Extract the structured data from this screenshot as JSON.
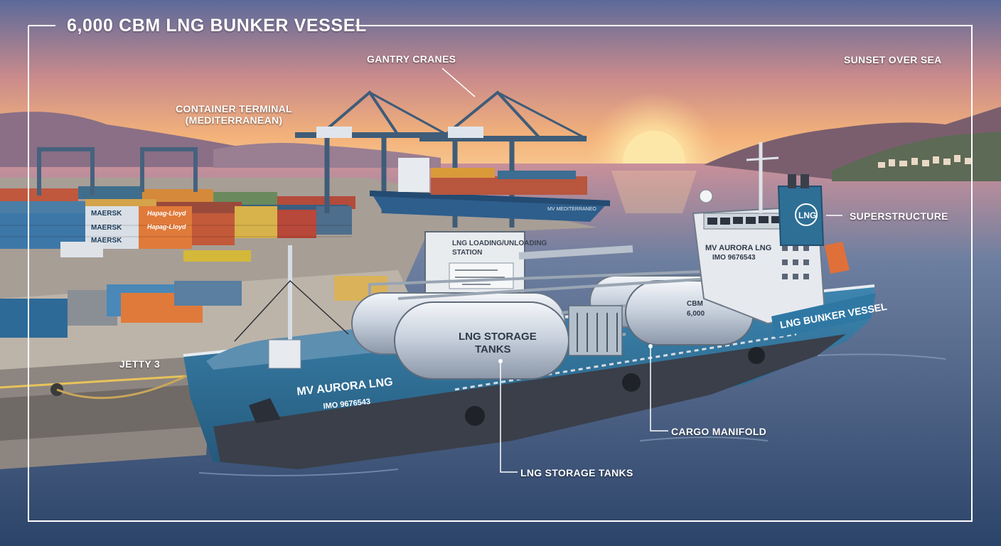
{
  "title": "6,000 CBM LNG BUNKER VESSEL",
  "callouts": {
    "gantry_cranes": "GANTRY CRANES",
    "sunset_over_sea": "SUNSET OVER SEA",
    "container_terminal_line1": "CONTAINER TERMINAL",
    "container_terminal_line2": "(MEDITERRANEAN)",
    "superstructure": "SUPERSTRUCTURE",
    "jetty": "JETTY 3",
    "cargo_manifold": "CARGO MANIFOLD",
    "lng_storage_tanks": "LNG STORAGE TANKS"
  },
  "vessel": {
    "hull_name": "MV AURORA LNG",
    "hull_imo": "IMO 9676543",
    "side_label": "LNG BUNKER VESSEL",
    "bridge_name": "MV AURORA LNG",
    "bridge_imo": "IMO 9676543",
    "funnel_logo": "LNG",
    "tank_label_line1": "LNG STORAGE",
    "tank_label_line2": "TANKS",
    "rear_tank_line1": "CBM",
    "rear_tank_line2": "6,000"
  },
  "station": {
    "line1": "LNG LOADING/UNLOADING",
    "line2": "STATION"
  },
  "containers": {
    "brand_a": "MAERSK",
    "brand_b": "Hapag-Lloyd"
  },
  "background_ship": {
    "name": "MV MEDITERRANEO"
  },
  "colors": {
    "sky_top": "#5b6a9a",
    "sky_horizon": "#f3b27a",
    "sun": "#fde7a8",
    "sea": "#35507a",
    "hull_blue": "#2e6f96",
    "hull_dark": "#3a3f4a",
    "tank_silver": "#c9d2de",
    "superstructure": "#e6e9ee",
    "frame_line": "#ffffff"
  }
}
